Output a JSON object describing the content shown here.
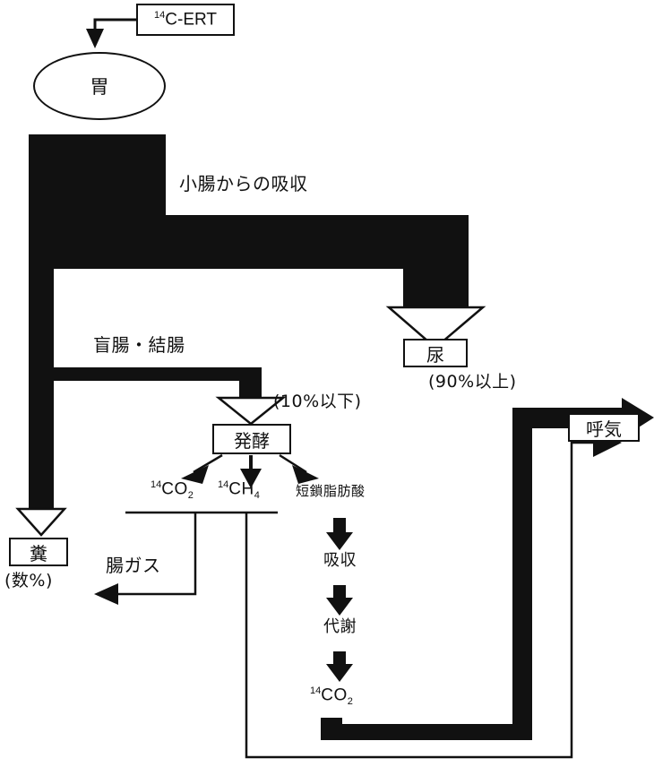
{
  "diagram": {
    "title_text": "",
    "colors": {
      "ink": "#111111",
      "fill_thick": "#111111",
      "paper": "#ffffff",
      "hollow_fill": "#ffffff"
    },
    "nodes": {
      "tracer": {
        "label": "C-ERT",
        "isotope": "14",
        "name": "14C-ERT"
      },
      "stomach": {
        "label": "胃",
        "romaji": "stomach"
      },
      "urine": {
        "label": "尿",
        "note": "(90%以上)"
      },
      "feces": {
        "label": "糞",
        "note": "(数%)"
      },
      "fermentation": {
        "label": "発酵",
        "note": "(10%以下)"
      },
      "breath": {
        "label": "呼気"
      }
    },
    "labels": {
      "small_intestine_absorption": "小腸からの吸収",
      "cecum_colon": "盲腸・結腸",
      "co2_isotope": "14",
      "co2_base": "CO",
      "co2_sub": "2",
      "ch4_isotope": "14",
      "ch4_base": "CH",
      "ch4_sub": "4",
      "short_chain_fatty_acid": "短鎖脂肪酸",
      "absorption": "吸収",
      "metabolism": "代謝",
      "intestinal_gas": "腸ガス",
      "co2_metab_isotope": "14",
      "co2_metab_base": "CO",
      "co2_metab_sub": "2"
    },
    "percentages": {
      "urine": "(90%以上)",
      "feces": "(数%)",
      "fermentation_input": "(10%以下)"
    },
    "flow_edges": [
      {
        "from": "14C-ERT",
        "to": "胃",
        "style": "thin-hollow-head"
      },
      {
        "from": "胃",
        "to": "小腸からの吸収",
        "style": "thick-band"
      },
      {
        "from": "小腸からの吸収",
        "to": "尿",
        "style": "thick-band-hollow-head"
      },
      {
        "from": "胃",
        "to": "盲腸・結腸",
        "style": "thick-band"
      },
      {
        "from": "盲腸・結腸",
        "to": "糞",
        "style": "thick-band-hollow-head"
      },
      {
        "from": "盲腸・結腸",
        "to": "発酵",
        "style": "thick-band-hollow-head"
      },
      {
        "from": "発酵",
        "to": "14CO2",
        "style": "thin-solid-head"
      },
      {
        "from": "発酵",
        "to": "14CH4",
        "style": "thin-solid-head"
      },
      {
        "from": "発酵",
        "to": "短鎖脂肪酸",
        "style": "thin-solid-head"
      },
      {
        "from": "14CO2",
        "to": "腸ガス",
        "style": "thin-solid-head"
      },
      {
        "from": "14CH4",
        "to": "呼気",
        "style": "thin-line"
      },
      {
        "from": "短鎖脂肪酸",
        "to": "吸収",
        "style": "thick-solid-head"
      },
      {
        "from": "吸収",
        "to": "代謝",
        "style": "thick-solid-head"
      },
      {
        "from": "代謝",
        "to": "14CO2",
        "style": "thick-solid-head"
      },
      {
        "from": "14CO2",
        "to": "呼気",
        "style": "thick-band-arrow"
      }
    ]
  }
}
